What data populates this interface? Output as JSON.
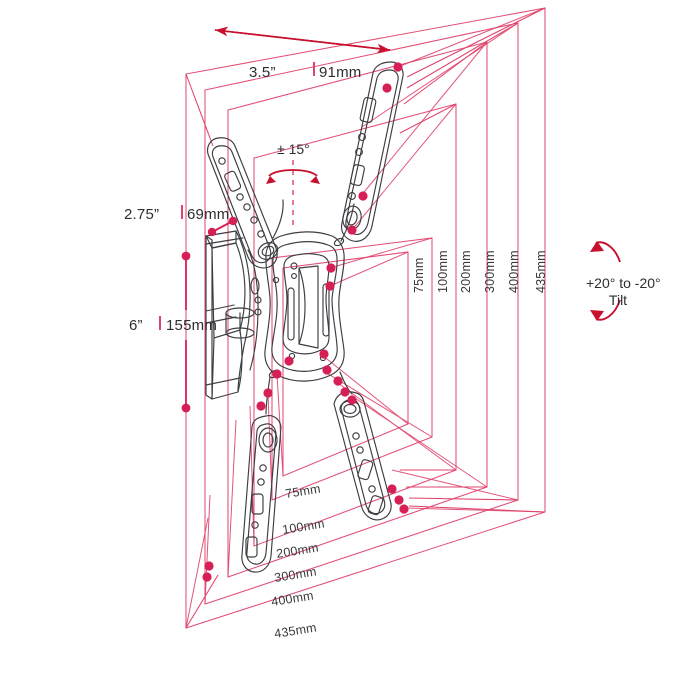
{
  "diagram": {
    "title": "TV Wall Mount Bracket Dimension Diagram",
    "product": "full-motion-tv-wall-mount",
    "colors": {
      "dimension_line": "#e0436b",
      "dimension_line_light": "#ef8fae",
      "arrow_red": "#c8102e",
      "outline": "#3c3c42",
      "text": "#2e2e32",
      "background": "#ffffff"
    }
  },
  "callouts": {
    "depth": {
      "imperial": "3.5”",
      "metric": "91mm",
      "separator": "|"
    },
    "arm_offset": {
      "imperial": "2.75”",
      "metric": "69mm",
      "separator": "|"
    },
    "extension": {
      "imperial": "6”",
      "metric": "155mm",
      "separator": "|"
    }
  },
  "swivel": {
    "label": "± 15°"
  },
  "tilt": {
    "range": "+20° to -20°",
    "label": "Tilt"
  },
  "vesa": {
    "vertical_labels": [
      "75mm",
      "100mm",
      "200mm",
      "300mm",
      "400mm",
      "435mm"
    ],
    "horizontal_labels": [
      "75mm",
      "100mm",
      "200mm",
      "300mm",
      "400mm",
      "435mm"
    ]
  },
  "chart_data": {
    "type": "table",
    "title": "VESA mounting pattern coverage",
    "categories": [
      "75mm",
      "100mm",
      "200mm",
      "300mm",
      "400mm",
      "435mm"
    ],
    "series": [
      {
        "name": "width_mm",
        "values": [
          75,
          100,
          200,
          300,
          400,
          435
        ]
      },
      {
        "name": "height_mm",
        "values": [
          75,
          100,
          200,
          300,
          400,
          435
        ]
      }
    ],
    "annotations": [
      "3.5” | 91mm",
      "2.75” | 69mm",
      "6” | 155mm",
      "± 15°",
      "+20° to -20° Tilt"
    ],
    "xlabel": "",
    "ylabel": "",
    "grid": false,
    "legend": "none"
  }
}
